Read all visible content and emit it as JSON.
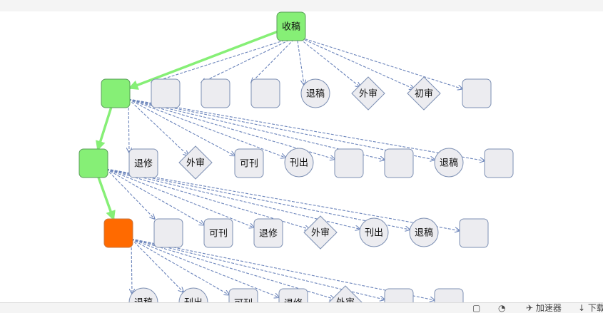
{
  "colors": {
    "active": "#86ef76",
    "active_stroke": "#5a9e5a",
    "current": "#ff6a00",
    "current_stroke": "#c8753f",
    "idle": "#ececf0",
    "idle_stroke": "#7c8fb3",
    "edge": "#6b84bb",
    "path_edge": "#86ef76"
  },
  "nodes": [
    {
      "id": "root",
      "label": "收稿",
      "shape": "rect",
      "state": "active"
    },
    {
      "id": "r1n0",
      "label": "",
      "shape": "rect",
      "state": "active"
    },
    {
      "id": "r1n1",
      "label": "",
      "shape": "rect",
      "state": "idle"
    },
    {
      "id": "r1n2",
      "label": "",
      "shape": "rect",
      "state": "idle"
    },
    {
      "id": "r1n3",
      "label": "",
      "shape": "rect",
      "state": "idle"
    },
    {
      "id": "r1n4",
      "label": "退稿",
      "shape": "circle",
      "state": "idle"
    },
    {
      "id": "r1n5",
      "label": "外审",
      "shape": "diamond",
      "state": "idle"
    },
    {
      "id": "r1n6",
      "label": "初审",
      "shape": "diamond",
      "state": "idle"
    },
    {
      "id": "r1n7",
      "label": "",
      "shape": "rect",
      "state": "idle"
    },
    {
      "id": "r2n0",
      "label": "",
      "shape": "rect",
      "state": "active"
    },
    {
      "id": "r2n1",
      "label": "退修",
      "shape": "rect",
      "state": "idle"
    },
    {
      "id": "r2n2",
      "label": "外审",
      "shape": "diamond",
      "state": "idle"
    },
    {
      "id": "r2n3",
      "label": "可刊",
      "shape": "rect",
      "state": "idle"
    },
    {
      "id": "r2n4",
      "label": "刊出",
      "shape": "circle",
      "state": "idle"
    },
    {
      "id": "r2n5",
      "label": "",
      "shape": "rect",
      "state": "idle"
    },
    {
      "id": "r2n6",
      "label": "",
      "shape": "rect",
      "state": "idle"
    },
    {
      "id": "r2n7",
      "label": "退稿",
      "shape": "circle",
      "state": "idle"
    },
    {
      "id": "r2n8",
      "label": "",
      "shape": "rect",
      "state": "idle"
    },
    {
      "id": "r3n0",
      "label": "",
      "shape": "rect",
      "state": "current"
    },
    {
      "id": "r3n1",
      "label": "",
      "shape": "rect",
      "state": "idle"
    },
    {
      "id": "r3n2",
      "label": "可刊",
      "shape": "rect",
      "state": "idle"
    },
    {
      "id": "r3n3",
      "label": "退修",
      "shape": "rect",
      "state": "idle"
    },
    {
      "id": "r3n4",
      "label": "外审",
      "shape": "diamond",
      "state": "idle"
    },
    {
      "id": "r3n5",
      "label": "刊出",
      "shape": "circle",
      "state": "idle"
    },
    {
      "id": "r3n6",
      "label": "退稿",
      "shape": "circle",
      "state": "idle"
    },
    {
      "id": "r3n7",
      "label": "",
      "shape": "rect",
      "state": "idle"
    },
    {
      "id": "r4n0",
      "label": "退稿",
      "shape": "circle",
      "state": "idle"
    },
    {
      "id": "r4n1",
      "label": "刊出",
      "shape": "circle",
      "state": "idle"
    },
    {
      "id": "r4n2",
      "label": "可刊",
      "shape": "rect",
      "state": "idle"
    },
    {
      "id": "r4n3",
      "label": "退修",
      "shape": "rect",
      "state": "idle"
    },
    {
      "id": "r4n4",
      "label": "外审",
      "shape": "diamond",
      "state": "idle"
    },
    {
      "id": "r4n5",
      "label": "",
      "shape": "rect",
      "state": "idle"
    },
    {
      "id": "r4n6",
      "label": "",
      "shape": "rect",
      "state": "idle"
    }
  ],
  "edges": [
    {
      "from": "root",
      "to": "r1n0",
      "type": "path"
    },
    {
      "from": "root",
      "to": "r1n1",
      "type": "option"
    },
    {
      "from": "root",
      "to": "r1n2",
      "type": "option"
    },
    {
      "from": "root",
      "to": "r1n3",
      "type": "option"
    },
    {
      "from": "root",
      "to": "r1n4",
      "type": "option"
    },
    {
      "from": "root",
      "to": "r1n5",
      "type": "option"
    },
    {
      "from": "root",
      "to": "r1n6",
      "type": "option"
    },
    {
      "from": "root",
      "to": "r1n7",
      "type": "option"
    },
    {
      "from": "r1n0",
      "to": "r2n0",
      "type": "path"
    },
    {
      "from": "r1n0",
      "to": "r2n1",
      "type": "option"
    },
    {
      "from": "r1n0",
      "to": "r2n2",
      "type": "option"
    },
    {
      "from": "r1n0",
      "to": "r2n3",
      "type": "option"
    },
    {
      "from": "r1n0",
      "to": "r2n4",
      "type": "option"
    },
    {
      "from": "r1n0",
      "to": "r2n5",
      "type": "option"
    },
    {
      "from": "r1n0",
      "to": "r2n6",
      "type": "option"
    },
    {
      "from": "r1n0",
      "to": "r2n7",
      "type": "option"
    },
    {
      "from": "r1n0",
      "to": "r2n8",
      "type": "option"
    },
    {
      "from": "r2n0",
      "to": "r3n0",
      "type": "path"
    },
    {
      "from": "r2n0",
      "to": "r3n1",
      "type": "option"
    },
    {
      "from": "r2n0",
      "to": "r3n2",
      "type": "option"
    },
    {
      "from": "r2n0",
      "to": "r3n3",
      "type": "option"
    },
    {
      "from": "r2n0",
      "to": "r3n4",
      "type": "option"
    },
    {
      "from": "r2n0",
      "to": "r3n5",
      "type": "option"
    },
    {
      "from": "r2n0",
      "to": "r3n6",
      "type": "option"
    },
    {
      "from": "r2n0",
      "to": "r3n7",
      "type": "option"
    },
    {
      "from": "r3n0",
      "to": "r4n0",
      "type": "option"
    },
    {
      "from": "r3n0",
      "to": "r4n1",
      "type": "option"
    },
    {
      "from": "r3n0",
      "to": "r4n2",
      "type": "option"
    },
    {
      "from": "r3n0",
      "to": "r4n3",
      "type": "option"
    },
    {
      "from": "r3n0",
      "to": "r4n4",
      "type": "option"
    },
    {
      "from": "r3n0",
      "to": "r4n5",
      "type": "option"
    },
    {
      "from": "r3n0",
      "to": "r4n6",
      "type": "option"
    }
  ],
  "statusbar": {
    "items": [
      {
        "icon": "window-icon",
        "glyph": "▢",
        "label": ""
      },
      {
        "icon": "speed-icon",
        "glyph": "◔",
        "label": ""
      },
      {
        "icon": "accelerator-icon",
        "glyph": "✈",
        "label": "加速器"
      },
      {
        "icon": "download-icon",
        "glyph": "↓",
        "label": "下载"
      }
    ]
  }
}
